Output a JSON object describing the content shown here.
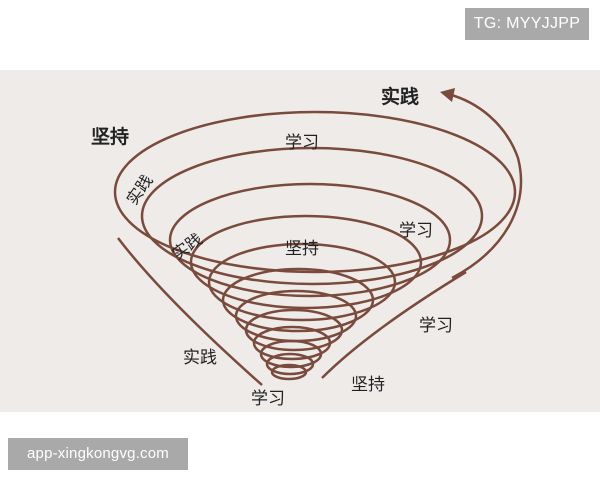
{
  "watermark": {
    "text": "TG: MYYJJPP"
  },
  "footer": {
    "text": "app-xingkongvg.com"
  },
  "diagram": {
    "line_color": "#7a4b3c",
    "background": "#eeebe9",
    "labels": {
      "shijian_top": "实践",
      "jianchi_left": "坚持",
      "xuexi_top": "学习",
      "shijian_arc1": "实践",
      "xuexi_right1": "学习",
      "shijian_arc2": "实践",
      "jianchi_mid": "坚持",
      "xuexi_right2": "学习",
      "shijian_low": "实践",
      "jianchi_low": "坚持",
      "xuexi_bottom": "学习"
    }
  }
}
